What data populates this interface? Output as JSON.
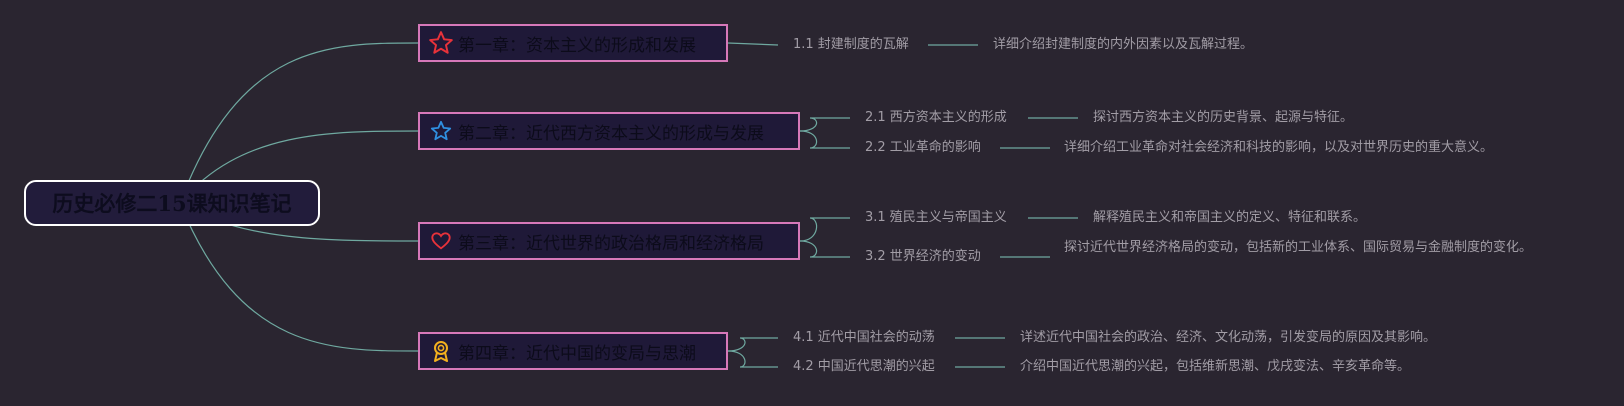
{
  "root": {
    "title": "历史必修二15课知识笔记"
  },
  "chapters": [
    {
      "title": "第一章：资本主义的形成和发展",
      "icon": "star-icon",
      "icon_color": "#e8323a",
      "sections": [
        {
          "title": "1.1 封建制度的瓦解",
          "detail": "详细介绍封建制度的内外因素以及瓦解过程。"
        }
      ]
    },
    {
      "title": "第二章：近代西方资本主义的形成与发展",
      "icon": "star-outline-icon",
      "icon_color": "#2f8fe0",
      "sections": [
        {
          "title": "2.1 西方资本主义的形成",
          "detail": "探讨西方资本主义的历史背景、起源与特征。"
        },
        {
          "title": "2.2 工业革命的影响",
          "detail": "详细介绍工业革命对社会经济和科技的影响，以及对世界历史的重大意义。"
        }
      ]
    },
    {
      "title": "第三章：近代世界的政治格局和经济格局",
      "icon": "heart-icon",
      "icon_color": "#e8323a",
      "sections": [
        {
          "title": "3.1 殖民主义与帝国主义",
          "detail": "解释殖民主义和帝国主义的定义、特征和联系。"
        },
        {
          "title": "3.2 世界经济的变动",
          "detail": "探讨近代世界经济格局的变动，包括新的工业体系、国际贸易与金融制度的变化。"
        }
      ]
    },
    {
      "title": "第四章：近代中国的变局与思潮",
      "icon": "award-icon",
      "icon_color": "#f2b01e",
      "sections": [
        {
          "title": "4.1 近代中国社会的动荡",
          "detail": "详述近代中国社会的政治、经济、文化动荡，引发变局的原因及其影响。"
        },
        {
          "title": "4.2 中国近代思潮的兴起",
          "detail": "介绍中国近代思潮的兴起，包括维新思潮、戊戌变法、辛亥革命等。"
        }
      ]
    }
  ],
  "colors": {
    "connector": "#6fa9a0",
    "chapter_border": "#d678b9",
    "root_border": "#ffffff"
  }
}
